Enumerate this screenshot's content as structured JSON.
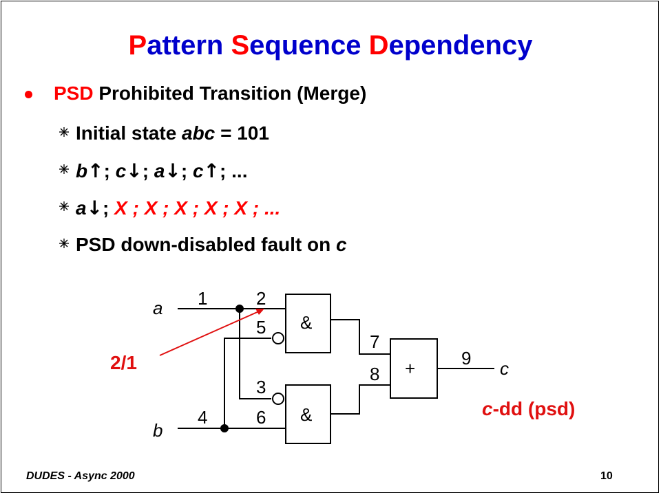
{
  "title": {
    "p": "P",
    "attern": "attern ",
    "s": "S",
    "equence": "equence ",
    "d": "D",
    "ependency": "ependency"
  },
  "bullet": {
    "psd": "PSD",
    "text": " Prohibited Transition (Merge)"
  },
  "items": {
    "i1_a": "Initial state ",
    "i1_abc": "abc",
    "i1_b": " = 101",
    "i2_b": "b",
    "i2_up1": "↑",
    "i2_s1": "; ",
    "i2_c": "c",
    "i2_dn1": "↓",
    "i2_s2": "; ",
    "i2_a": "a",
    "i2_dn2": "↓",
    "i2_s3": "; ",
    "i2_c2": "c",
    "i2_up2": "↑",
    "i2_end": "; ...",
    "i3_a": "a",
    "i3_dn": "↓",
    "i3_semi": "; ",
    "i3_x": "X ; X ; X ; X ; X ; ...",
    "i4_a": "PSD down-disabled fault on ",
    "i4_c": "c"
  },
  "circuit": {
    "in_a": "a",
    "in_b": "b",
    "out_c": "c",
    "n1": "1",
    "n2": "2",
    "n3": "3",
    "n4": "4",
    "n5": "5",
    "n6": "6",
    "n7": "7",
    "n8": "8",
    "n9": "9",
    "gate_and1": "&",
    "gate_and2": "&",
    "gate_or": "+",
    "fault": "2/1",
    "cdd_c": "c",
    "cdd_rest": "-dd (psd)"
  },
  "footer": {
    "left": "DUDES - Async 2000",
    "page": "10"
  },
  "colors": {
    "title_blue": "#0000cc",
    "accent_red": "#ff0000",
    "black": "#000000"
  }
}
